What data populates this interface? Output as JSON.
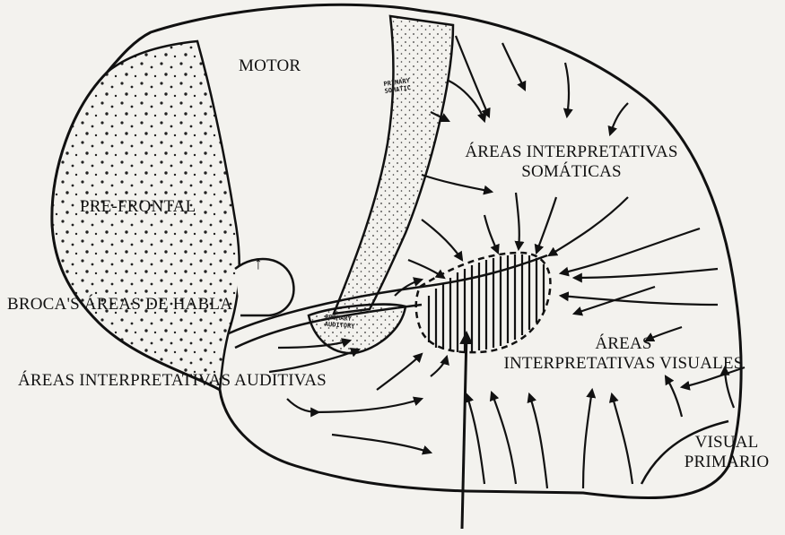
{
  "labels": {
    "motor": "MOTOR",
    "prefrontal": "PRE-FRONTAL",
    "somatic": [
      "ÁREAS INTERPRETATIVAS",
      "SOMÁTICAS"
    ],
    "broca_arrow": "↑",
    "broca": "BROCA'S ÁREAS DE HABLA",
    "auditory": "ÁREAS INTERPRETATIVAS AUDITIVAS",
    "visual_interp": [
      "ÁREAS",
      "INTERPRETATIVAS VISUALES"
    ],
    "visual_primary": [
      "VISUAL",
      "PRIMARIO"
    ],
    "primary_somatic": [
      "PRIMARY",
      "SOMATIC"
    ],
    "primary_auditory": [
      "PRIMARY",
      "AUDITORY"
    ]
  },
  "colors": {
    "ink": "#111111",
    "paper": "#f3f2ee"
  }
}
